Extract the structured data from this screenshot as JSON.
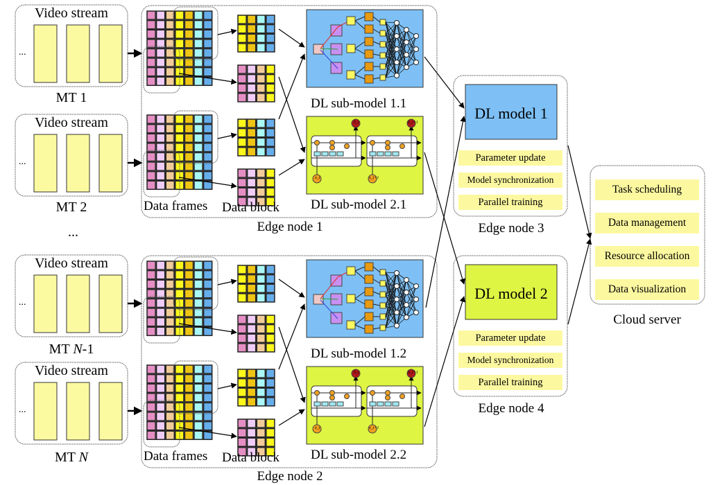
{
  "diagram": {
    "mobile_terminals": [
      {
        "stream_label": "Video stream",
        "name": "MT 1",
        "ellipsis": "..."
      },
      {
        "stream_label": "Video stream",
        "name": "MT 2",
        "ellipsis": "..."
      },
      {
        "stream_label": "Video stream",
        "name": "MT N-1",
        "name_prefix": "MT ",
        "name_italic": "N",
        "name_suffix": "-1",
        "ellipsis": "..."
      },
      {
        "stream_label": "Video stream",
        "name": "MT N",
        "name_prefix": "MT ",
        "name_italic": "N",
        "name_suffix": "",
        "ellipsis": "..."
      }
    ],
    "between_mt_ellipsis": "...",
    "edge_nodes_lower": [
      {
        "name": "Edge node 1",
        "data_frames_label": "Data frames",
        "data_block_label": "Data block",
        "submodels": [
          {
            "label": "DL sub-model 1.1",
            "type": "cnn",
            "color": "#7ec0f5"
          },
          {
            "label": "DL sub-model 2.1",
            "type": "lstm",
            "color": "#def543"
          }
        ]
      },
      {
        "name": "Edge node 2",
        "data_frames_label": "Data frames",
        "data_block_label": "Data block",
        "submodels": [
          {
            "label": "DL sub-model 1.2",
            "type": "cnn",
            "color": "#7ec0f5"
          },
          {
            "label": "DL sub-model 2.2",
            "type": "lstm",
            "color": "#def543"
          }
        ]
      }
    ],
    "edge_nodes_upper": [
      {
        "name": "Edge node 3",
        "model_label": "DL model 1",
        "model_color": "#7ec0f5",
        "functions": [
          "Parameter update",
          "Model synchronization",
          "Parallel training"
        ]
      },
      {
        "name": "Edge node 4",
        "model_label": "DL model 2",
        "model_color": "#def543",
        "functions": [
          "Parameter update",
          "Model synchronization",
          "Parallel training"
        ]
      }
    ],
    "cloud_server": {
      "name": "Cloud server",
      "functions": [
        "Task scheduling",
        "Data management",
        "Resource allocation",
        "Data visualization"
      ]
    },
    "lstm_labels": {
      "output_a": "h_t",
      "output_b": "h_t+1",
      "input_a": "x_t",
      "input_b": "x_t+1"
    },
    "colors": {
      "frame_fill": "#fcfaa0",
      "pill_fill": "#fcf8a0",
      "cell_colors": [
        "#e58ec4",
        "#f0cdf7",
        "#f2cc98",
        "#fcf81c",
        "#efc515",
        "#a9f7f7",
        "#66aeeb"
      ],
      "cnn_bg": "#7ec0f5",
      "lstm_bg": "#def543"
    }
  }
}
